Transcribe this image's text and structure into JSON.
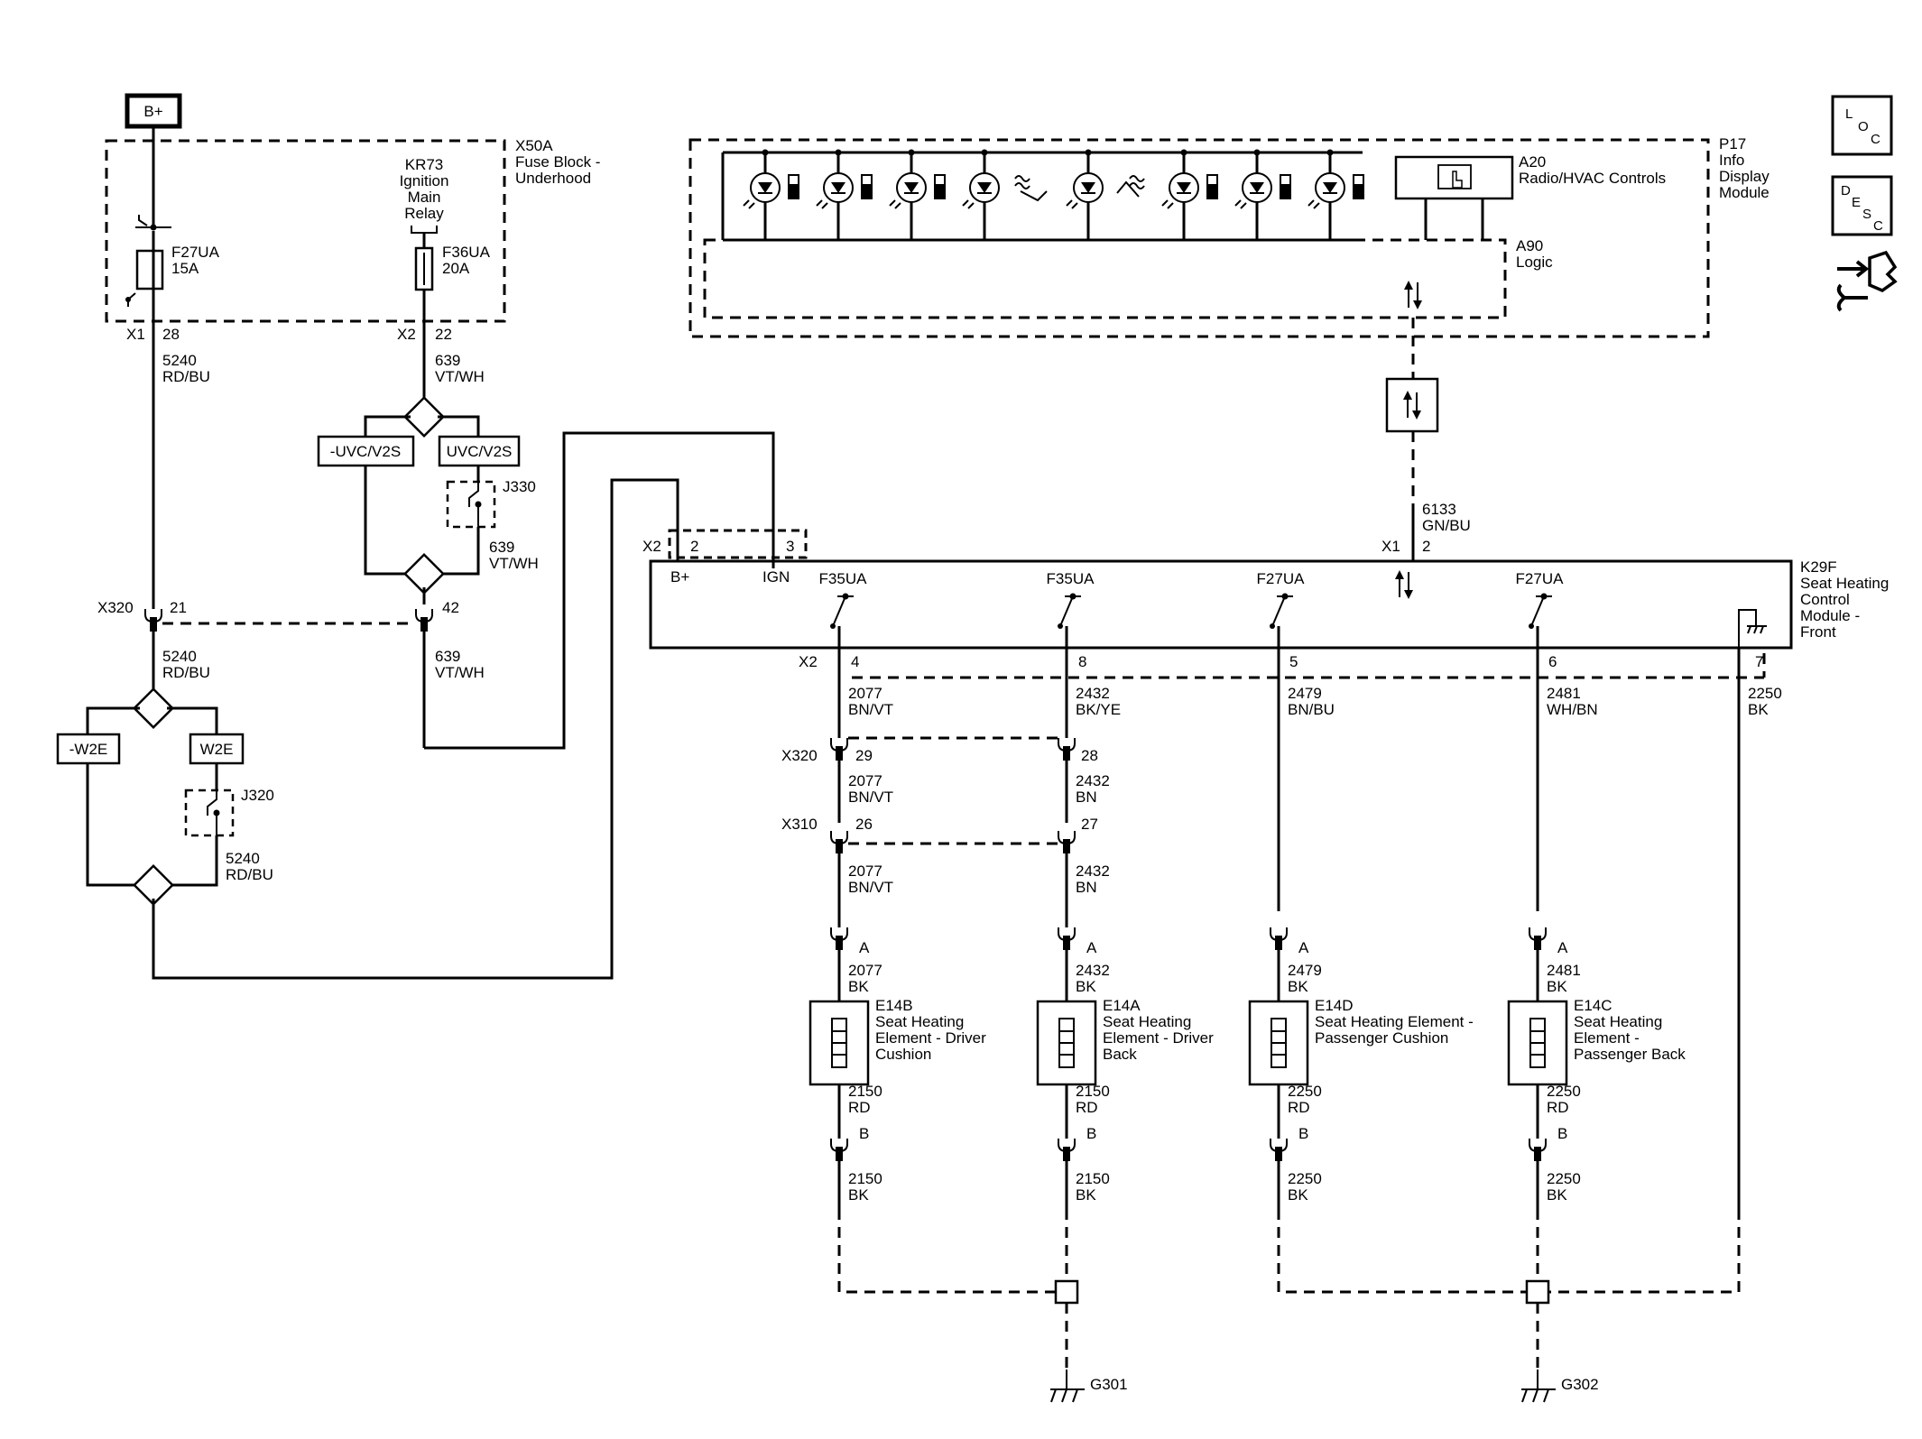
{
  "power_source": "B+",
  "x50a": {
    "id": "X50A",
    "desc": [
      "Fuse Block -",
      "Underhood"
    ]
  },
  "kr73": [
    "KR73",
    "Ignition",
    "Main",
    "Relay"
  ],
  "f27ua_fuse": [
    "F27UA",
    "15A"
  ],
  "f36ua_fuse": [
    "F36UA",
    "20A"
  ],
  "x1": "X1",
  "x2": "X2",
  "x320": "X320",
  "x310": "X310",
  "pins": {
    "p28": "28",
    "p22": "22",
    "p21": "21",
    "p42": "42",
    "p2": "2",
    "p3": "3",
    "p4": "4",
    "p8": "8",
    "p5": "5",
    "p6": "6",
    "p7": "7",
    "p29": "29",
    "p28b": "28",
    "p26": "26",
    "p27": "27"
  },
  "wires": {
    "w5240": [
      "5240",
      "RD/BU"
    ],
    "w639": [
      "639",
      "VT/WH"
    ],
    "w6133": [
      "6133",
      "GN/BU"
    ],
    "w2077": [
      "2077",
      "BN/VT"
    ],
    "w2432a": [
      "2432",
      "BK/YE"
    ],
    "w2432": [
      "2432",
      "BN"
    ],
    "w2479": [
      "2479",
      "BN/BU"
    ],
    "w2481": [
      "2481",
      "WH/BN"
    ],
    "w2250": [
      "2250",
      "BK"
    ],
    "w2077bk": [
      "2077",
      "BK"
    ],
    "w2432bk": [
      "2432",
      "BK"
    ],
    "w2479bk": [
      "2479",
      "BK"
    ],
    "w2481bk": [
      "2481",
      "BK"
    ],
    "w2150rd": [
      "2150",
      "RD"
    ],
    "w2150bk": [
      "2150",
      "BK"
    ],
    "w2250rd": [
      "2250",
      "RD"
    ],
    "w2250bk": [
      "2250",
      "BK"
    ]
  },
  "options": {
    "uvc_neg": "-UVC/V2S",
    "uvc": "UVC/V2S",
    "w2e_neg": "-W2E",
    "w2e": "W2E"
  },
  "splices": {
    "j330": "J330",
    "j320": "J320"
  },
  "p17": {
    "id": "P17",
    "desc": [
      "Info",
      "Display",
      "Module"
    ]
  },
  "a20": [
    "A20",
    "Radio/HVAC Controls"
  ],
  "a90": [
    "A90",
    "Logic"
  ],
  "k29f": {
    "id": "K29F",
    "desc": [
      "Seat Heating",
      "Control",
      "Module -",
      "Front"
    ],
    "bplus": "B+",
    "ign": "IGN",
    "fuses": [
      "F35UA",
      "F35UA",
      "F27UA",
      "F27UA"
    ]
  },
  "conn_a": "A",
  "conn_b": "B",
  "elements": {
    "e14b": [
      "E14B",
      "Seat Heating",
      "Element - Driver",
      "Cushion"
    ],
    "e14a": [
      "E14A",
      "Seat Heating",
      "Element - Driver",
      "Back"
    ],
    "e14d": [
      "E14D",
      "Seat Heating Element -",
      "Passenger Cushion"
    ],
    "e14c": [
      "E14C",
      "Seat Heating",
      "Element -",
      "Passenger Back"
    ]
  },
  "grounds": {
    "g301": "G301",
    "g302": "G302"
  },
  "side_icons": {
    "loc": [
      "L",
      "O",
      "C"
    ],
    "desc": [
      "D",
      "E",
      "S",
      "C"
    ],
    "icon": "connector-tool-icon"
  }
}
